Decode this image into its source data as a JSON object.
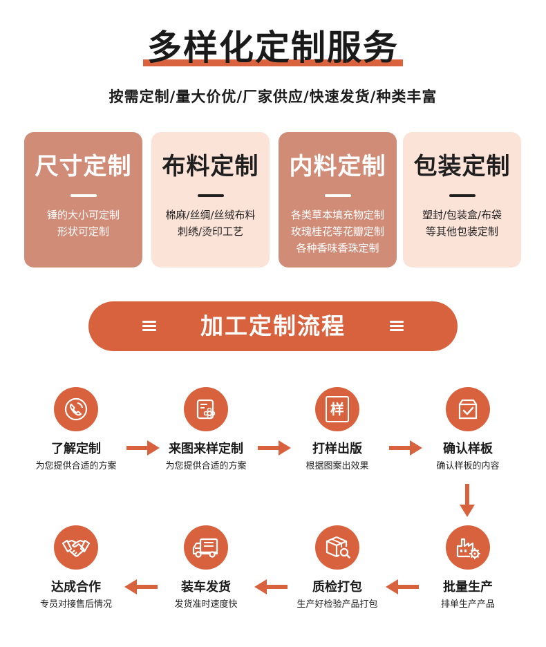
{
  "header": {
    "title": "多样化定制服务",
    "subtitle": "按需定制/量大价优/厂家供应/快速发货/种类丰富"
  },
  "cards": [
    {
      "title": "尺寸定制",
      "lines": [
        "锤的大小可定制",
        "形状可定制"
      ],
      "style": "dark"
    },
    {
      "title": "布料定制",
      "lines": [
        "棉麻/丝绸/丝绒布料",
        "刺绣/烫印工艺"
      ],
      "style": "light"
    },
    {
      "title": "内料定制",
      "lines": [
        "各类草本填充物定制",
        "玫瑰桂花等花瓣定制",
        "各种香味香珠定制"
      ],
      "style": "dark"
    },
    {
      "title": "包装定制",
      "lines": [
        "塑封/包装盒/布袋",
        "等其他包装定制"
      ],
      "style": "light"
    }
  ],
  "process": {
    "banner_title": "加工定制流程",
    "steps": [
      {
        "title": "了解定制",
        "desc": "为您提供合适的方案",
        "icon": "phone-icon"
      },
      {
        "title": "来图来样定制",
        "desc": "为您提供合适的方案",
        "icon": "design-document-icon"
      },
      {
        "title": "打样出版",
        "desc": "根据图案出效果",
        "icon": "sample-icon",
        "glyph": "样"
      },
      {
        "title": "确认样板",
        "desc": "确认样板的内容",
        "icon": "confirm-box-icon"
      },
      {
        "title": "批量生产",
        "desc": "排单生产产品",
        "icon": "factory-icon"
      },
      {
        "title": "质检打包",
        "desc": "生产好检验产品打包",
        "icon": "inspect-package-icon"
      },
      {
        "title": "装车发货",
        "desc": "发货准时速度快",
        "icon": "delivery-truck-icon"
      },
      {
        "title": "达成合作",
        "desc": "专员对接售后情况",
        "icon": "handshake-icon"
      }
    ]
  },
  "colors": {
    "accent": "#d9623e",
    "card_dark": "#d18c78",
    "card_light": "#fbe3d8",
    "underline": "#d9633f"
  }
}
